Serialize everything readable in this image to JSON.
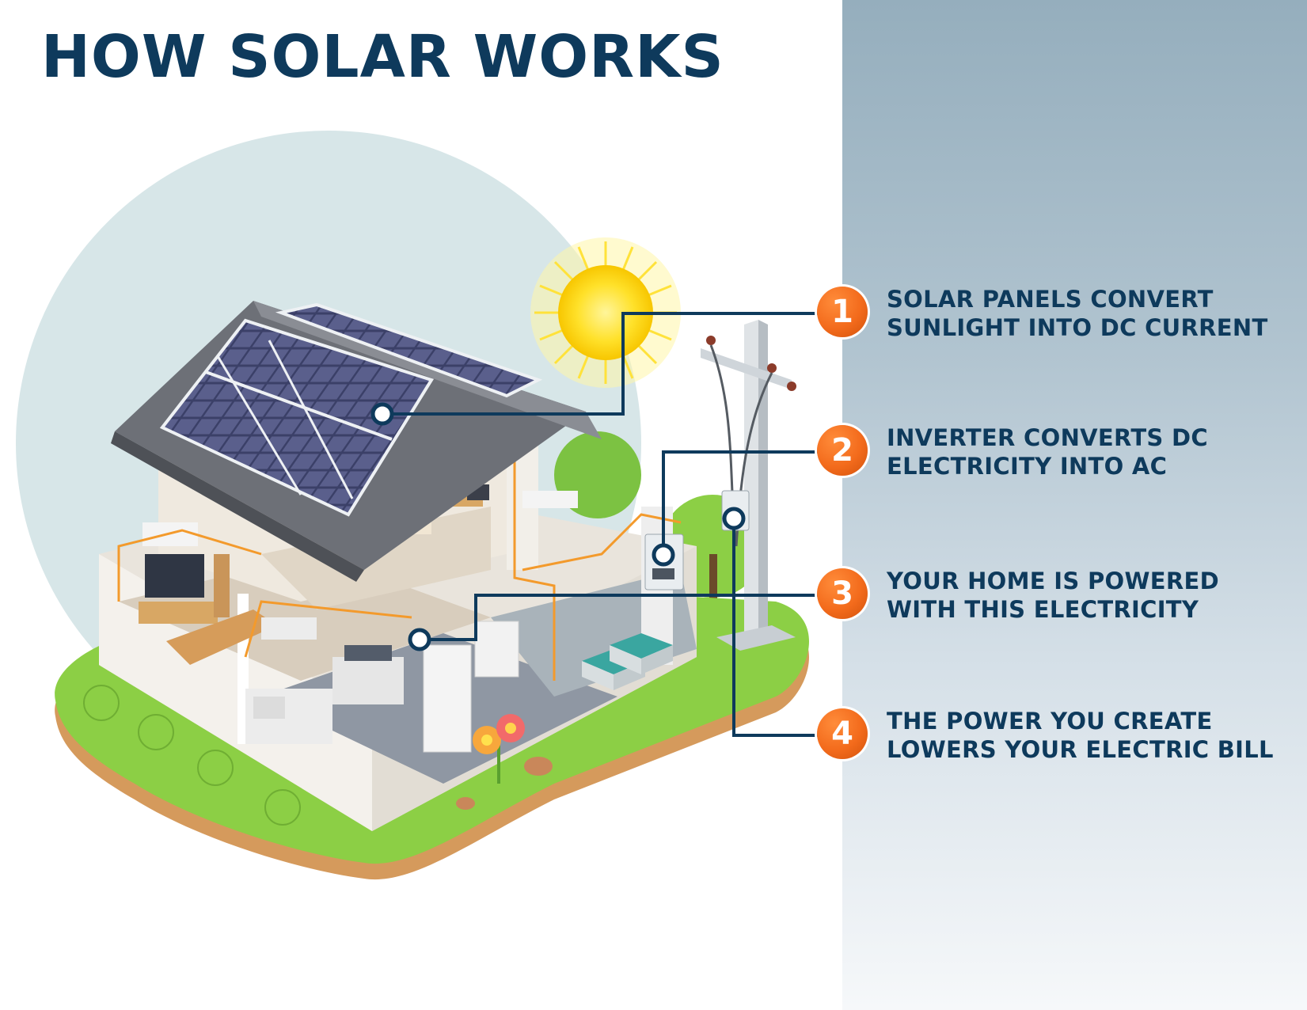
{
  "title": "HOW SOLAR WORKS",
  "colors": {
    "title": "#0e3a5c",
    "accent_orange": "#f36b1c",
    "connector": "#0e3a5c",
    "panel_gradient_top": "#95aebd",
    "panel_gradient_bottom": "#f6f8fa",
    "backdrop_circle": "#d7e6e8",
    "grass": "#8ccf45",
    "soil": "#d59a5c"
  },
  "steps": [
    {
      "number": "1",
      "line1": "SOLAR PANELS CONVERT",
      "line2": "SUNLIGHT INTO DC CURRENT"
    },
    {
      "number": "2",
      "line1": "INVERTER CONVERTS DC",
      "line2": "ELECTRICITY INTO AC"
    },
    {
      "number": "3",
      "line1": "YOUR HOME IS POWERED",
      "line2": "WITH THIS ELECTRICITY"
    },
    {
      "number": "4",
      "line1": "THE POWER YOU CREATE",
      "line2": "LOWERS YOUR ELECTRIC BILL"
    }
  ],
  "illustration": {
    "subject": "isometric cutaway house with rooftop solar panels",
    "icons": [
      "sun-icon",
      "solar-panel-icon",
      "inverter-icon",
      "utility-pole-icon",
      "battery-icon",
      "tree-icon",
      "bush-icon",
      "flower-icon"
    ]
  }
}
